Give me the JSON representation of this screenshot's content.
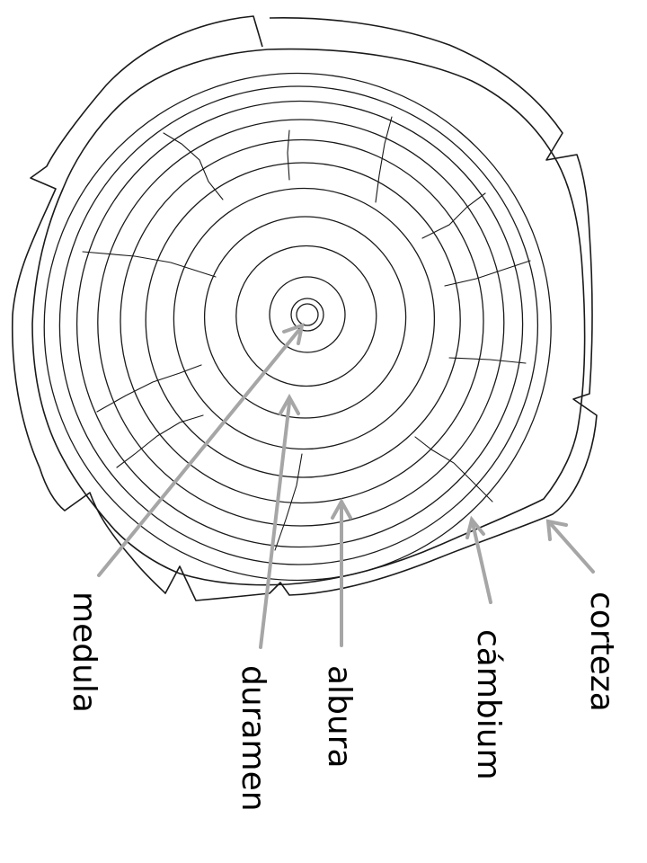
{
  "labels": {
    "medula": "medula",
    "duramen": "duramen",
    "albura": "albura",
    "cambium": "cámbium",
    "corteza": "corteza"
  },
  "colors": {
    "arrow": "#a6a6a6",
    "line": "#1a1a1a",
    "text": "#000000",
    "background": "#ffffff"
  }
}
